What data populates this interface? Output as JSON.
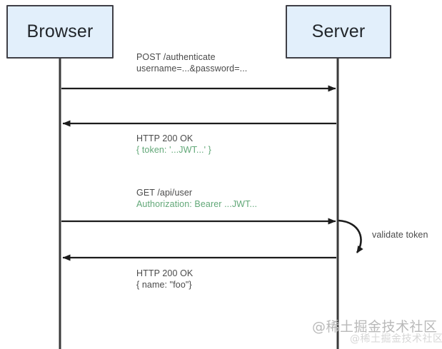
{
  "diagram": {
    "title": "JWT authentication sequence diagram",
    "type": "sequence-diagram",
    "background_color": "#ffffff",
    "actors": [
      {
        "id": "browser",
        "label": "Browser",
        "fill": "#e2effb",
        "stroke": "#3f3f46"
      },
      {
        "id": "server",
        "label": "Server",
        "fill": "#e2effb",
        "stroke": "#3f3f46"
      }
    ],
    "messages": [
      {
        "id": "msg-1",
        "direction": "browser-to-server",
        "line1": "POST /authenticate",
        "line2": "username=...&password=...",
        "line2_color": "#4a4a4a"
      },
      {
        "id": "msg-2",
        "direction": "server-to-browser",
        "line1": "HTTP 200 OK",
        "line2": "{ token: '...JWT...' }",
        "line2_color": "#62a878"
      },
      {
        "id": "msg-3",
        "direction": "browser-to-server",
        "line1": "GET /api/user",
        "line2": "Authorization: Bearer ...JWT...",
        "line2_color": "#62a878"
      },
      {
        "id": "msg-4",
        "direction": "server-to-browser",
        "line1": "HTTP 200 OK",
        "line2": "{ name: \"foo\"}",
        "line2_color": "#4a4a4a"
      }
    ],
    "self_call": {
      "id": "validate-token",
      "actor": "server",
      "label": "validate token"
    },
    "watermark": {
      "main": "@稀土掘金技术社区",
      "sub": "@稀土掘金技术社区"
    }
  }
}
